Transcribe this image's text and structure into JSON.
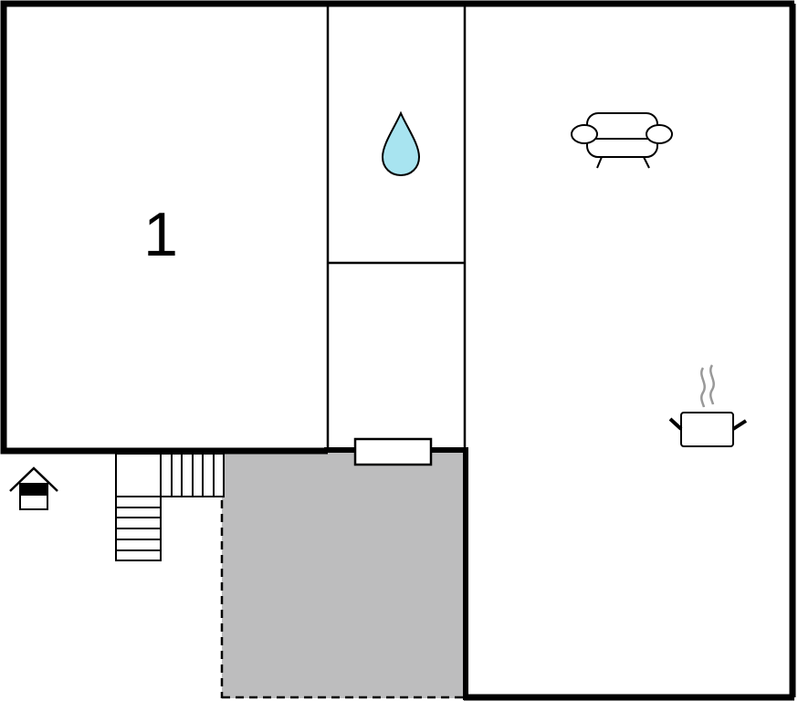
{
  "floorplan": {
    "rooms": [
      {
        "id": "bedroom",
        "label": "1"
      },
      {
        "id": "bathroom",
        "icon": "water-drop-icon"
      },
      {
        "id": "hallway"
      },
      {
        "id": "living-kitchen",
        "icons": [
          "sofa-icon",
          "cooking-pot-icon"
        ]
      },
      {
        "id": "terrace",
        "style": "shaded"
      }
    ],
    "symbols": [
      "house-entrance-icon",
      "staircase",
      "fireplace"
    ]
  },
  "colors": {
    "wall": "#000000",
    "terrace_fill": "#bdbdbe",
    "water_drop": "#a8e4f0",
    "steam": "#999999",
    "background": "#ffffff"
  }
}
